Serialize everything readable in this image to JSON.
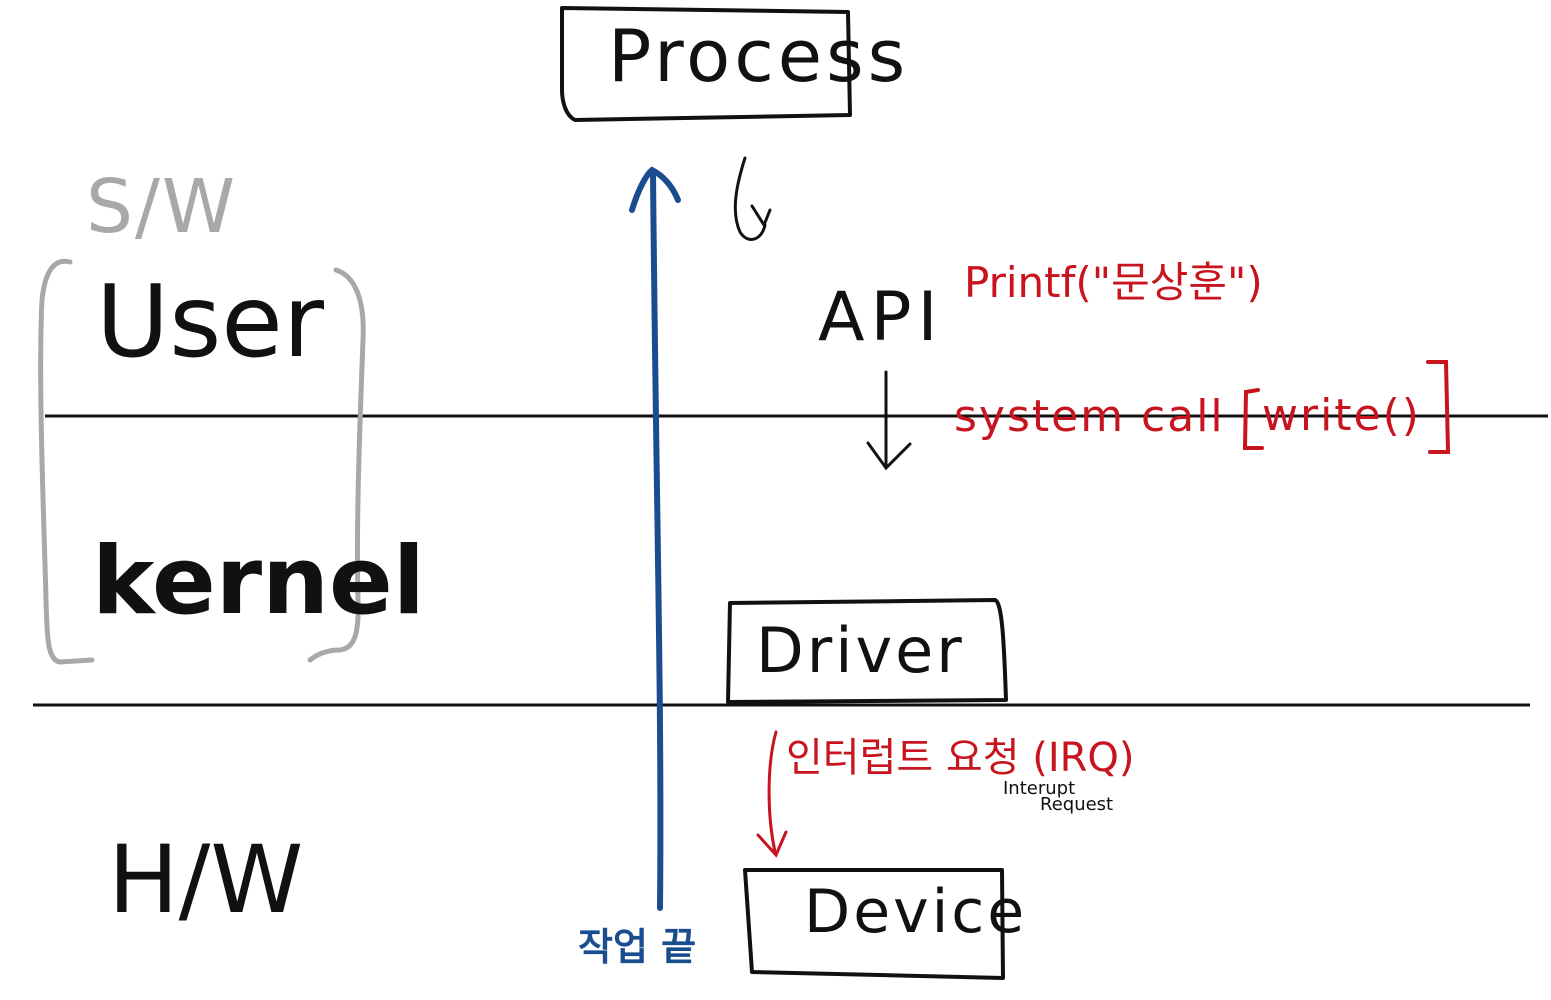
{
  "colors": {
    "ink": "#111111",
    "red": "#c8141e",
    "blue": "#1a4d8f",
    "gray": "#a8a8a8"
  },
  "labels": {
    "sw": "S/W",
    "user": "User",
    "kernel": "kernel",
    "hw": "H/W",
    "process": "Process",
    "api": "API",
    "printf": "Printf(\"문상훈\")",
    "syscall": "system call",
    "write": "write()",
    "driver": "Driver",
    "irq": "인터럽트 요청 (IRQ)",
    "irq_full_1": "Interupt",
    "irq_full_2": "Request",
    "device": "Device",
    "done": "작업 끝"
  }
}
